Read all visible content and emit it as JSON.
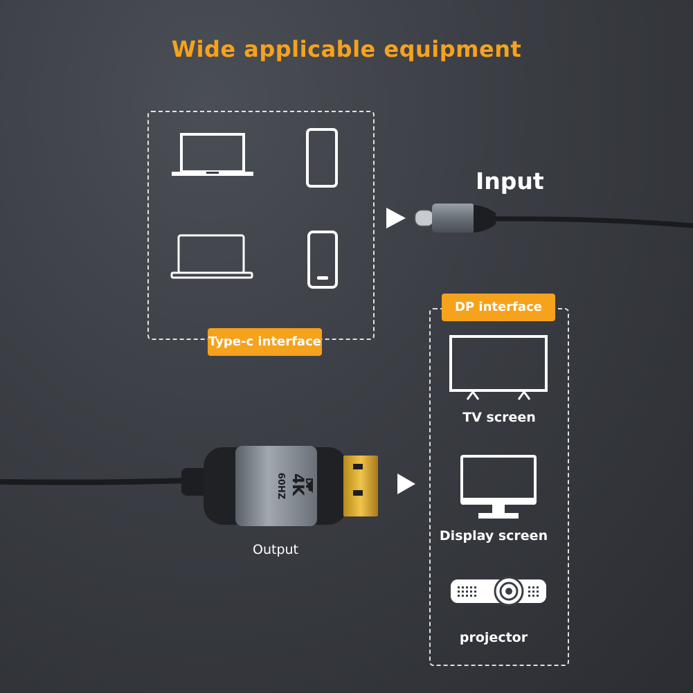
{
  "title": "Wide applicable equipment",
  "input_section": {
    "label": "Input",
    "interface_tag": "Type-c interface",
    "devices": [
      "laptop-icon",
      "phone-icon",
      "macbook-icon",
      "tablet-icon"
    ]
  },
  "output_section": {
    "label": "Output",
    "interface_tag": "DP interface",
    "connector_print": "DP 4K 60HZ",
    "devices": [
      {
        "icon": "tv-icon",
        "label": "TV screen"
      },
      {
        "icon": "monitor-icon",
        "label": "Display screen"
      },
      {
        "icon": "projector-icon",
        "label": "projector"
      }
    ]
  },
  "colors": {
    "accent": "#f6a21d",
    "background": "#3a3d43",
    "line": "#ffffff"
  }
}
